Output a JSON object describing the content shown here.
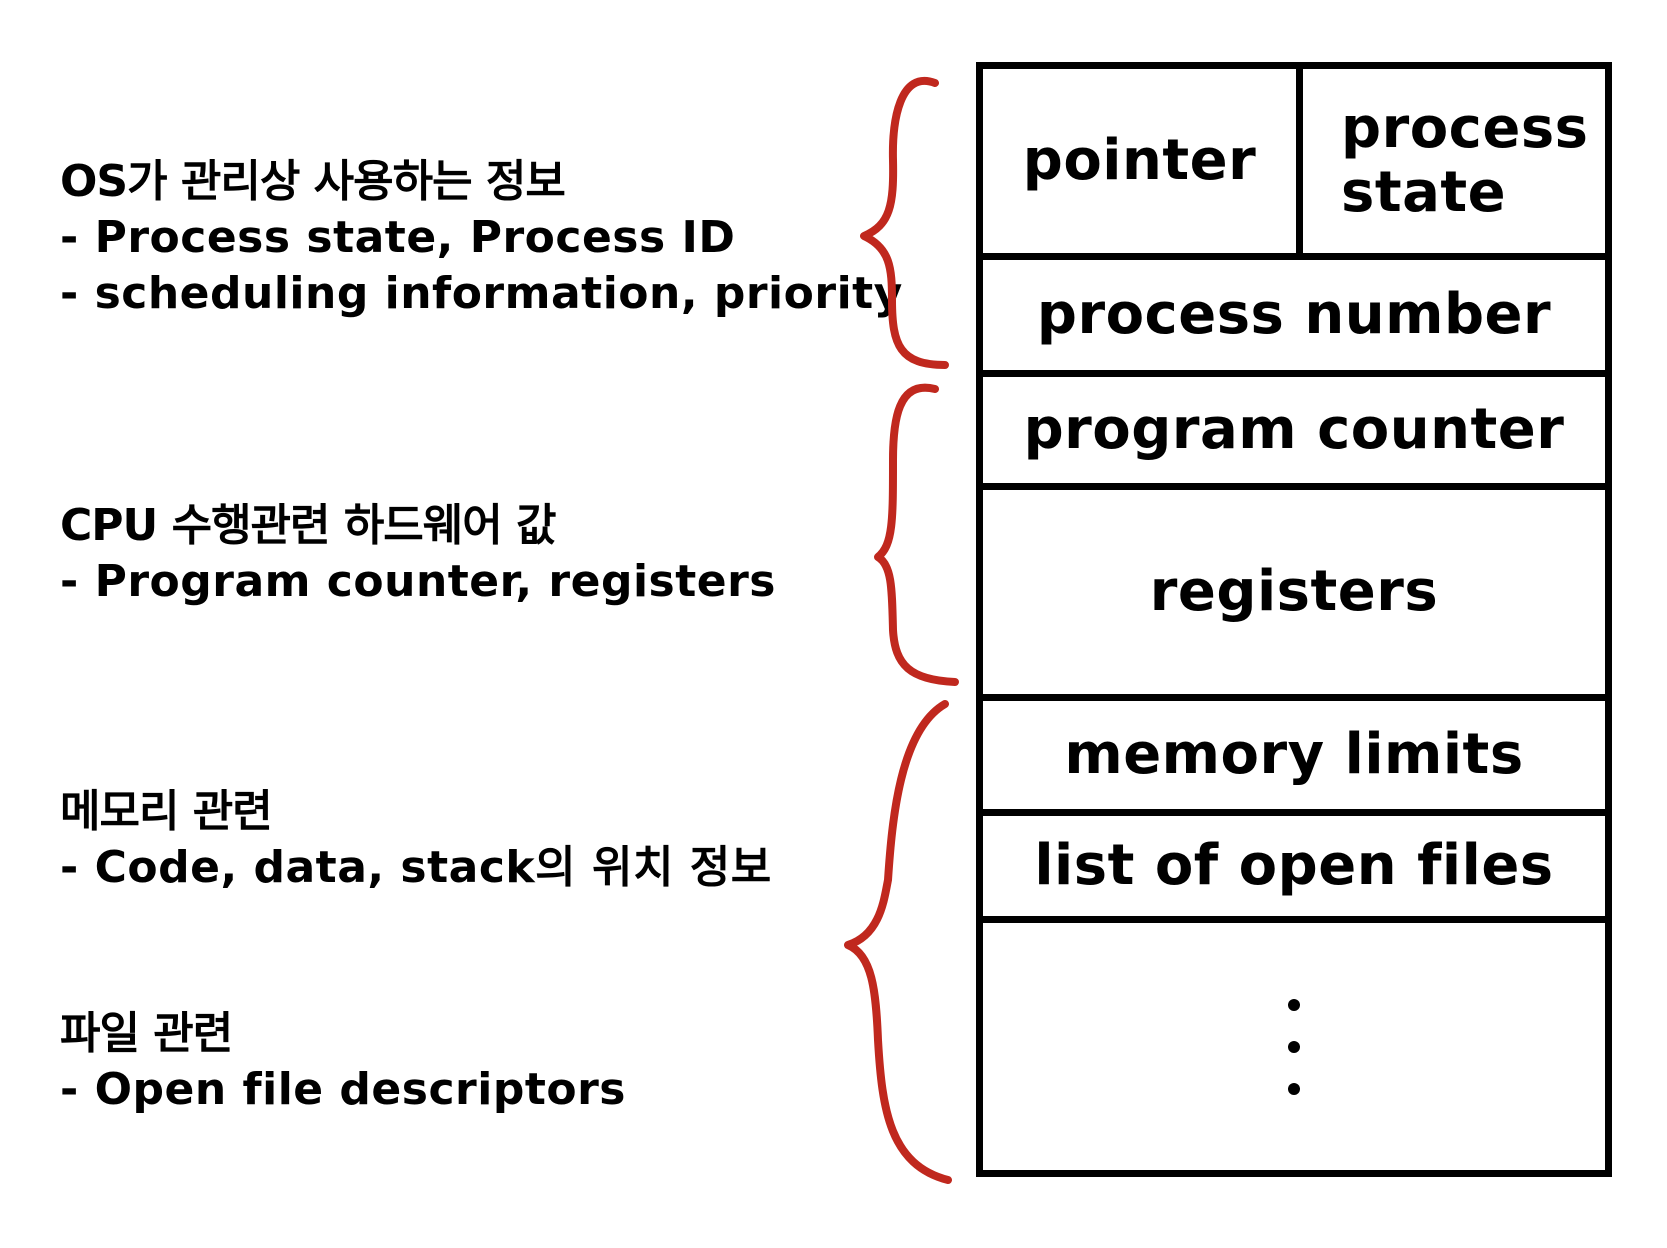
{
  "annotations": [
    {
      "heading": "OS가 관리상 사용하는 정보",
      "lines": [
        "- Process state, Process ID",
        "- scheduling information, priority"
      ]
    },
    {
      "heading": "CPU 수행관련 하드웨어 값",
      "lines": [
        "- Program counter, registers"
      ]
    },
    {
      "heading": "메모리 관련",
      "lines": [
        "- Code, data, stack의 위치 정보"
      ]
    },
    {
      "heading": "파일 관련",
      "lines": [
        "- Open file descriptors"
      ]
    }
  ],
  "pcb_fields": {
    "pointer": "pointer",
    "process_state_line1": "process",
    "process_state_line2": "state",
    "process_number": "process number",
    "program_counter": "program counter",
    "registers": "registers",
    "memory_limits": "memory limits",
    "list_of_open_files": "list of open files",
    "more_icon": "vertical-ellipsis-icon"
  },
  "colors": {
    "brace": "#c0281e",
    "box_border": "#000000",
    "text": "#000000",
    "background": "#ffffff"
  }
}
